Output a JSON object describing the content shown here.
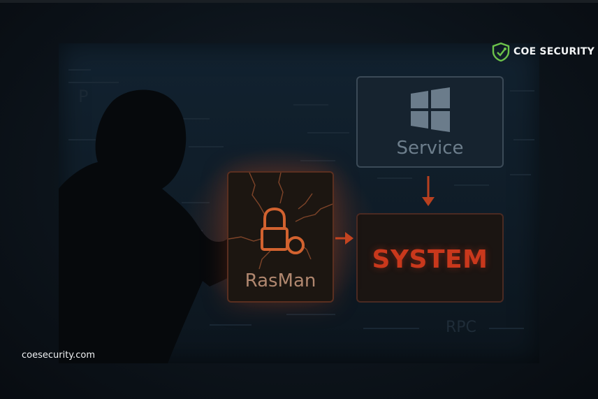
{
  "brand": {
    "name": "COE SECURITY",
    "logo_icon": "shield-circuit-icon",
    "accent_color": "#6cc24a"
  },
  "diagram": {
    "service_label": "Service",
    "system_label": "SYSTEM",
    "rasman_label": "RasMan",
    "service_icon": "windows-logo-icon",
    "rasman_icon": "padlock-chain-icon",
    "background_text": "RPC",
    "background_letter": "P",
    "highlight_color": "#c9381c"
  },
  "footer": {
    "url": "coesecurity.com"
  }
}
